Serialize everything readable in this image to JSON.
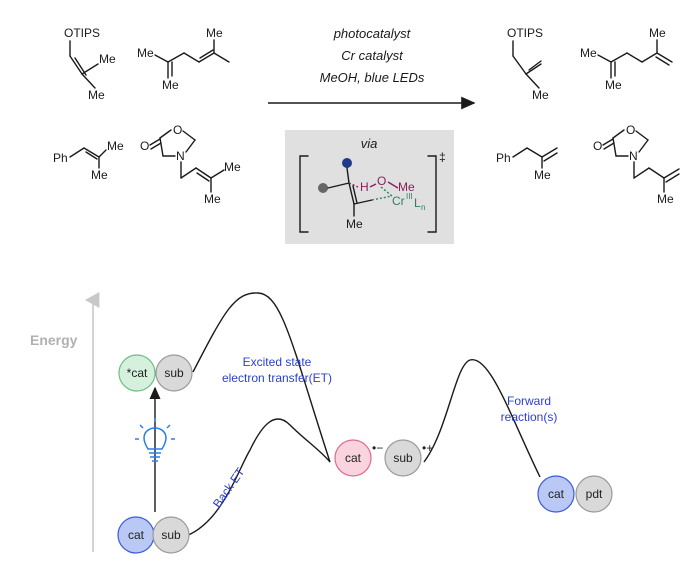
{
  "reaction": {
    "conditions": [
      "photocatalyst",
      "Cr catalyst",
      "MeOH, blue LEDs"
    ],
    "via_label": "via",
    "dagger": "‡",
    "ts_labels": {
      "h": "H",
      "o": "O",
      "me_o": "Me",
      "cr": "Cr",
      "cr_ox": "III",
      "ln": "L",
      "n": "n",
      "me_bottom": "Me"
    },
    "reactants": {
      "r1": {
        "group": "OTIPS",
        "me_top": "Me",
        "me_bottom": "Me"
      },
      "r2": {
        "me_left": "Me",
        "me_right": "Me",
        "me_bottom": "Me"
      },
      "r3": {
        "ph": "Ph",
        "me_top": "Me",
        "me_bottom": "Me"
      },
      "r4": {
        "o_carbonyl": "O",
        "o_ring": "O",
        "n": "N",
        "me_1": "Me",
        "me_2": "Me"
      }
    },
    "products": {
      "p1": {
        "group": "OTIPS",
        "me": "Me"
      },
      "p2": {
        "me_left": "Me",
        "me_right": "Me",
        "me_bottom": "Me"
      },
      "p3": {
        "ph": "Ph",
        "me": "Me"
      },
      "p4": {
        "o_carbonyl": "O",
        "o_ring": "O",
        "n": "N",
        "me": "Me"
      }
    }
  },
  "energy_diagram": {
    "axis_label": "Energy",
    "labels": {
      "excited_et_1": "Excited state",
      "excited_et_2": "electron transfer(ET)",
      "back_et": "Back ET",
      "forward_1": "Forward",
      "forward_2": "reaction(s)"
    },
    "species": {
      "ground_cat": "cat",
      "ground_sub": "sub",
      "excited_cat": "*cat",
      "excited_sub": "sub",
      "radical_cat": "cat",
      "radical_cat_charge": "•−",
      "radical_sub": "sub",
      "radical_sub_charge": "•+",
      "final_cat": "cat",
      "final_pdt": "pdt"
    },
    "colors": {
      "cat_blue_fill": "#b9c8f5",
      "cat_blue_stroke": "#3b5bdb",
      "cat_green_fill": "#d5f0dc",
      "cat_green_stroke": "#6cbf84",
      "cat_pink_fill": "#f9d3dd",
      "cat_pink_stroke": "#e06a8c",
      "sub_fill": "#d9d9d9",
      "sub_stroke": "#9a9a9a",
      "label_blue": "#2b3fd6",
      "ts_box": "#e0e0e0",
      "bulb": "#2e7bf0"
    }
  }
}
